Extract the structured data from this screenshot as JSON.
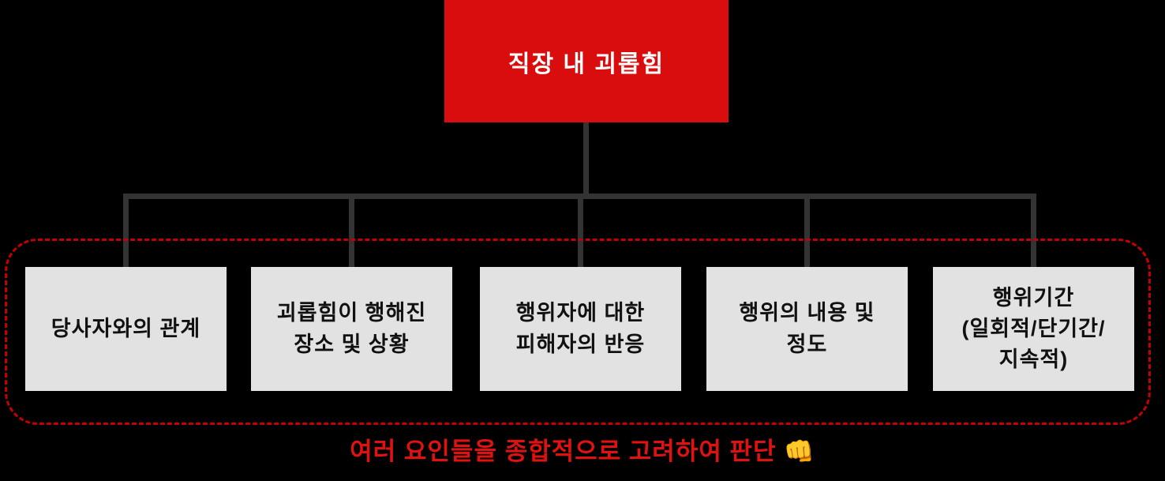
{
  "diagram": {
    "title": "직장 내 괴롭힘",
    "factors": [
      {
        "label": "당사자와의 관계"
      },
      {
        "label": "괴롭힘이 행해진\n장소 및 상황"
      },
      {
        "label": "행위자에 대한\n피해자의 반응"
      },
      {
        "label": "행위의 내용 및\n정도"
      },
      {
        "label": "행위기간\n(일회적/단기간/\n지속적)"
      }
    ],
    "caption": "여러 요인들을 종합적으로 고려하여 판단 👊",
    "colors": {
      "background": "#000000",
      "root_box": "#d90d0d",
      "root_text": "#ffffff",
      "factor_box": "#e2e2e2",
      "factor_text": "#111111",
      "connector": "#333333",
      "dashed_border": "#c40000",
      "caption": "#e01111"
    }
  }
}
